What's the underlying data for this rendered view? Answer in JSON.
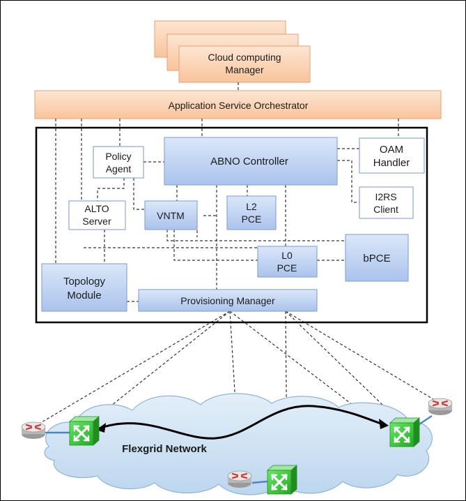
{
  "cloud_manager": {
    "line1": "Cloud computing",
    "line2": "Manager"
  },
  "orchestrator": {
    "label": "Application Service Orchestrator"
  },
  "modules": {
    "policy_agent": {
      "line1": "Policy",
      "line2": "Agent"
    },
    "abno_controller": {
      "label": "ABNO Controller"
    },
    "oam_handler": {
      "line1": "OAM",
      "line2": "Handler"
    },
    "i2rs_client": {
      "line1": "I2RS",
      "line2": "Client"
    },
    "alto_server": {
      "line1": "ALTO",
      "line2": "Server"
    },
    "vntm": {
      "label": "VNTM"
    },
    "l2_pce": {
      "line1": "L2",
      "line2": "PCE"
    },
    "l0_pce": {
      "line1": "L0",
      "line2": "PCE"
    },
    "bpce": {
      "label": "bPCE"
    },
    "topology_module": {
      "line1": "Topology",
      "line2": "Module"
    },
    "provisioning_manager": {
      "label": "Provisioning Manager"
    }
  },
  "network": {
    "label": "Flexgrid Network"
  },
  "colors": {
    "orange_fill": "#fcd9bd",
    "orange_stroke": "#e8a070",
    "blue_fill": "#c9daf5",
    "blue_stroke": "#8aa8d8",
    "cloud_fill": "#cfe3f5",
    "switch_green": "#33cc33",
    "router_red": "#d03030"
  }
}
